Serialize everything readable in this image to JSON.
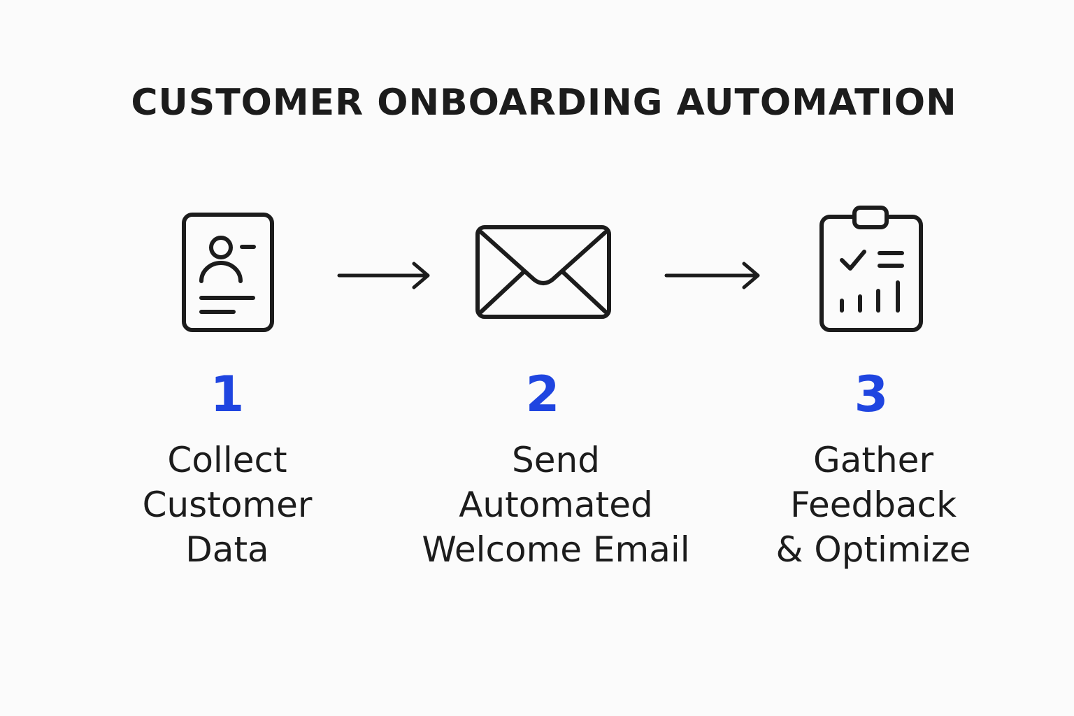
{
  "title": "CUSTOMER ONBOARDING AUTOMATION",
  "colors": {
    "background": "#fbfbfb",
    "text": "#1c1c1c",
    "accent": "#1f45e0"
  },
  "steps": [
    {
      "number": "1",
      "icon": "contact-card-icon",
      "label_lines": [
        "Collect",
        "Customer",
        "Data"
      ]
    },
    {
      "number": "2",
      "icon": "envelope-icon",
      "label_lines": [
        "Send",
        "Automated",
        "Welcome Email"
      ]
    },
    {
      "number": "3",
      "icon": "clipboard-chart-icon",
      "label_lines": [
        "Gather",
        "Feedback",
        "& Optimize"
      ]
    }
  ],
  "connectors": [
    "arrow-right-icon",
    "arrow-right-icon"
  ]
}
